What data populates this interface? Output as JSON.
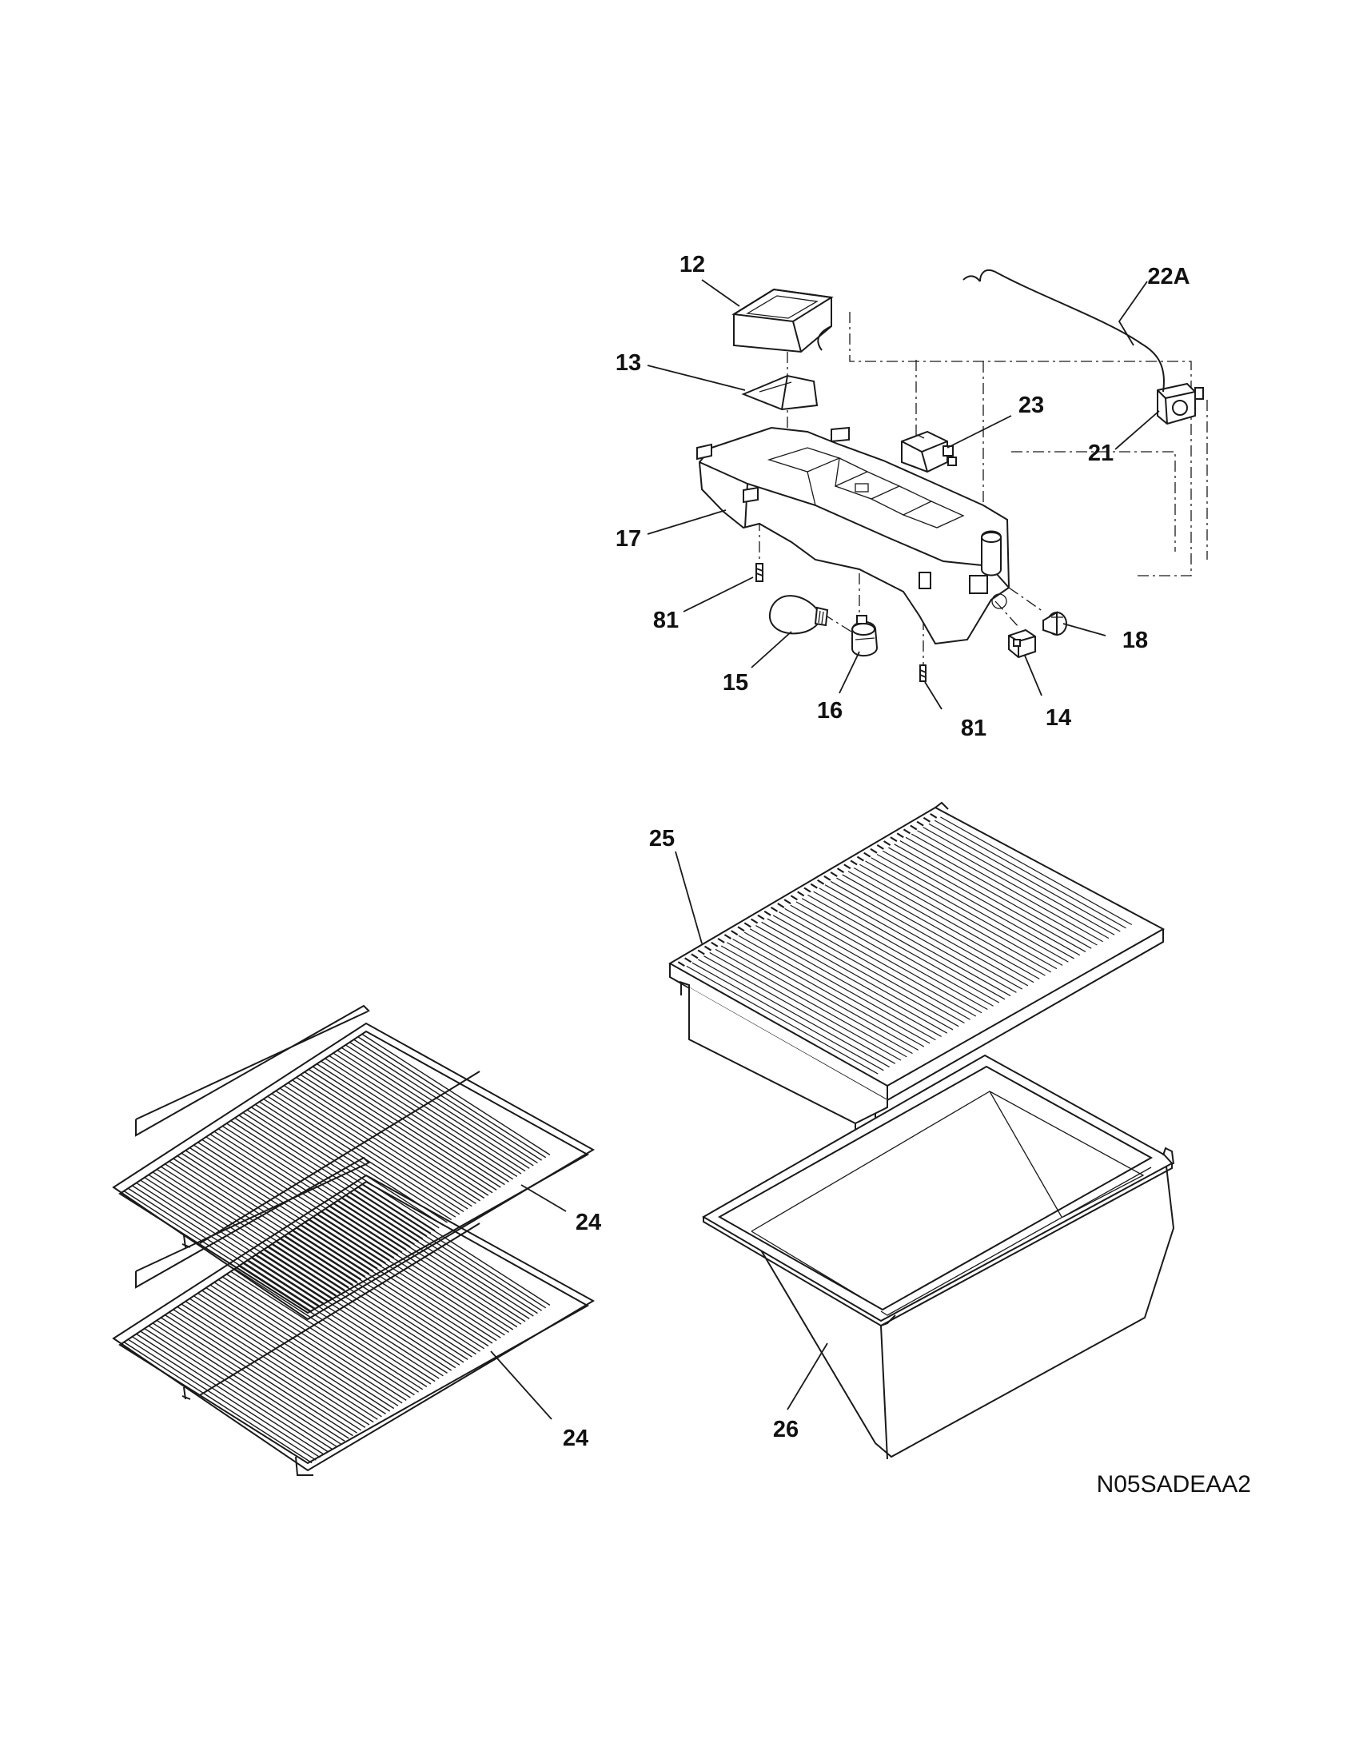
{
  "diagram": {
    "callouts": {
      "p12": "12",
      "p13": "13",
      "p22a": "22A",
      "p23": "23",
      "p21": "21",
      "p17": "17",
      "p81a": "81",
      "p15": "15",
      "p16": "16",
      "p81b": "81",
      "p18": "18",
      "p14": "14",
      "p25": "25",
      "p24a": "24",
      "p24b": "24",
      "p26": "26"
    },
    "drawing_code": "N05SADEAA2"
  }
}
